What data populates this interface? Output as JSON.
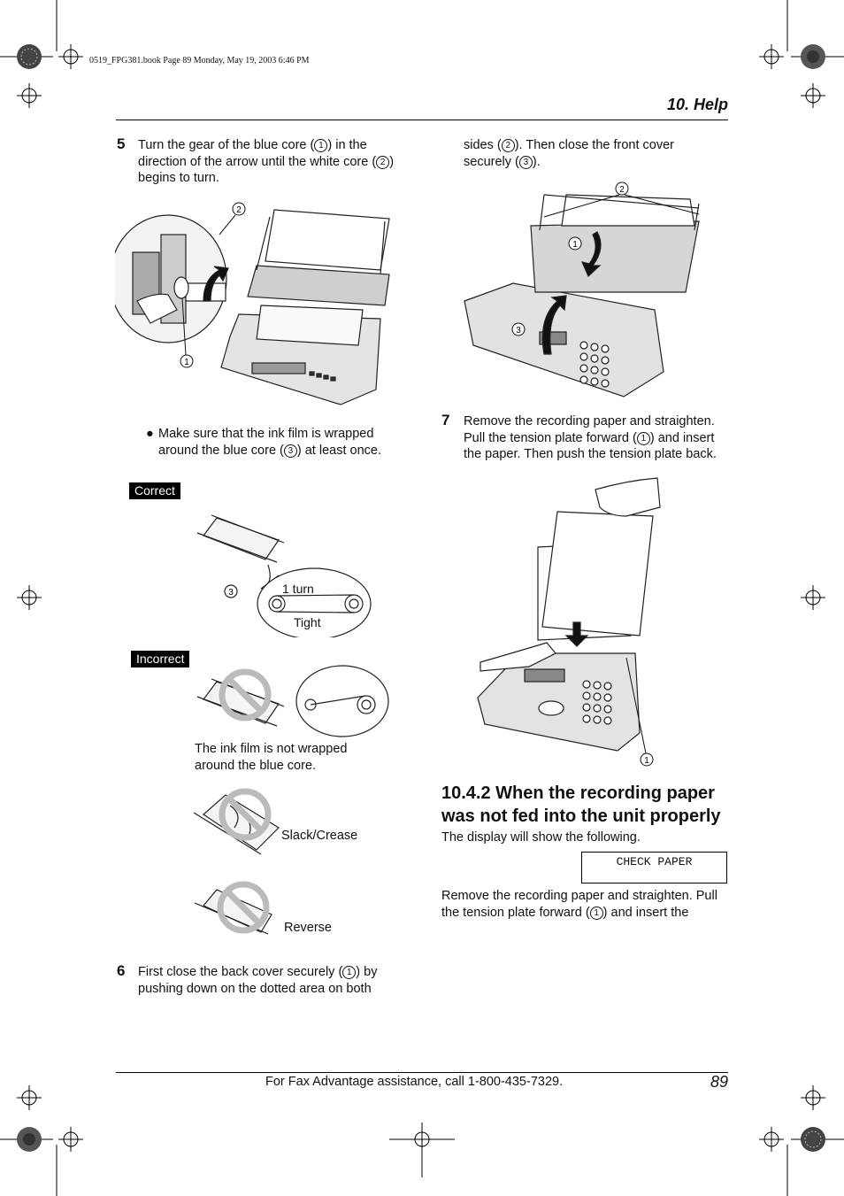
{
  "print_mark": "0519_FPG381.book  Page 89  Monday, May 19, 2003  6:46 PM",
  "header": {
    "section": "10. Help"
  },
  "step5": {
    "num": "5",
    "line1a": "Turn the gear of the blue core (",
    "line1b": ") in the",
    "line2a": "direction of the arrow until the white core (",
    "line2b": ")",
    "line3": "begins to turn."
  },
  "bullet": {
    "line1": "Make sure that the ink film is wrapped",
    "line2a": "around the blue core (",
    "line2b": ") at least once."
  },
  "labels": {
    "correct": "Correct",
    "incorrect": "Incorrect",
    "one_turn": "1 turn",
    "tight": "Tight",
    "not_wrapped_1": "The ink film is not wrapped",
    "not_wrapped_2": "around the blue core.",
    "slack": "Slack/Crease",
    "reverse": "Reverse"
  },
  "step6": {
    "num": "6",
    "line1a": "First close the back cover securely (",
    "line1b": ") by",
    "line2": "pushing down on the dotted area on both",
    "line3a": "sides (",
    "line3b": "). Then close the front cover",
    "line4a": "securely (",
    "line4b": ")."
  },
  "step7": {
    "num": "7",
    "line1": "Remove the recording paper and straighten.",
    "line2a": "Pull the tension plate forward (",
    "line2b": ") and insert",
    "line3": "the paper. Then push the tension plate back."
  },
  "section_1042": {
    "title_line1": "10.4.2 When the recording paper",
    "title_line2": "was not fed into the unit properly",
    "intro": "The display will show the following.",
    "display": "CHECK PAPER",
    "body1": "Remove the recording paper and straighten. Pull",
    "body2a": "the tension plate forward (",
    "body2b": ") and insert the"
  },
  "callouts": {
    "c1": "1",
    "c2": "2",
    "c3": "3"
  },
  "footer": {
    "assist": "For Fax Advantage assistance, call 1-800-435-7329.",
    "page": "89"
  }
}
